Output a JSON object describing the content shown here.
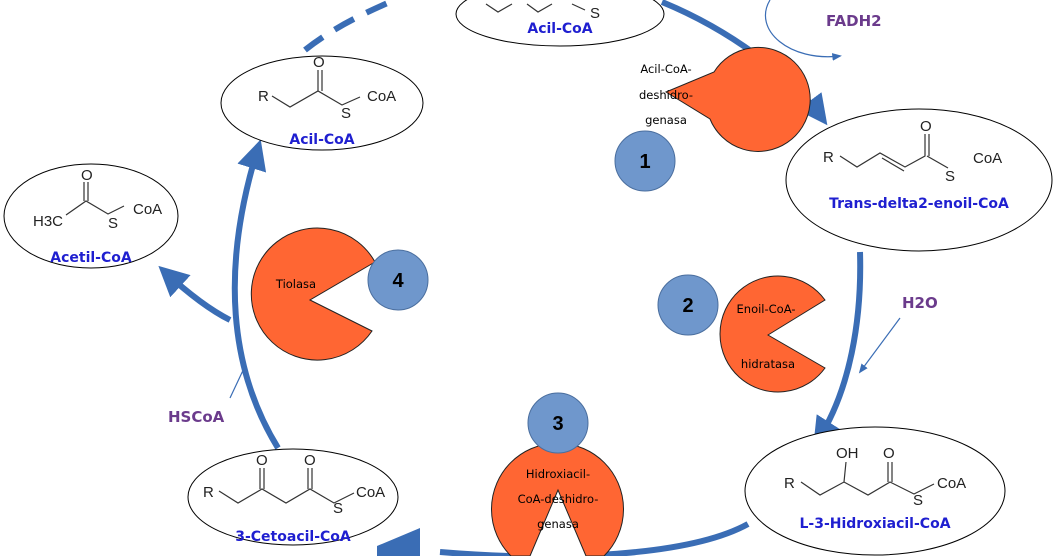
{
  "colors": {
    "arrow": "#3a6db5",
    "enzyme_fill": "#ff6633",
    "step_fill": "#6f97cc",
    "compound_name": "#1f1fd0",
    "cofactor": "#6b3b8c"
  },
  "compounds": {
    "acil_coa_top": "Acil-CoA",
    "acil_coa_left": "Acil-CoA",
    "trans_enoil": "Trans-delta2-enoil-CoA",
    "hidroxiacil": "L-3-Hidroxiacil-CoA",
    "cetoacil": "3-Cetoacil-CoA",
    "acetil": "Acetil-CoA"
  },
  "enzymes": {
    "e1": [
      "Acil-CoA-",
      "deshidro-",
      "genasa"
    ],
    "e2": [
      "Enoil-CoA-",
      "hidratasa"
    ],
    "e3": [
      "Hidroxiacil-",
      "CoA-deshidro-",
      "genasa"
    ],
    "e4": [
      "Tiolasa"
    ]
  },
  "steps": [
    "1",
    "2",
    "3",
    "4"
  ],
  "cofactors": {
    "fadh2": "FADH2",
    "h2o": "H2O",
    "hscoa": "HSCoA"
  },
  "chem_labels": {
    "r": "R",
    "s": "S",
    "coa": "CoA",
    "o": "O",
    "oh": "OH",
    "h3c": "H3C"
  }
}
